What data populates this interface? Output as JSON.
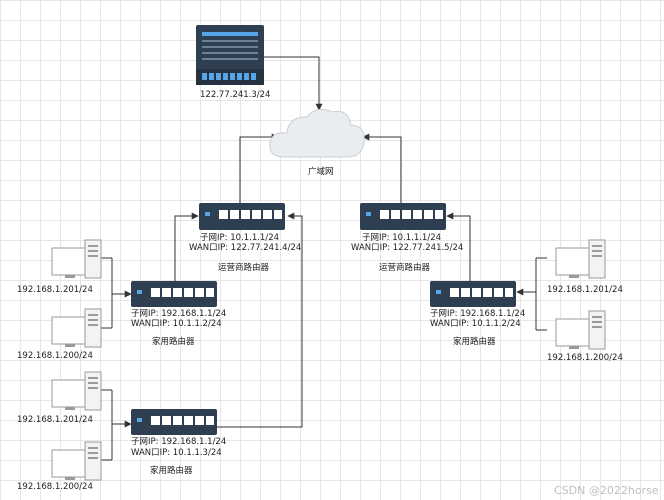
{
  "diagram": {
    "server": {
      "ip": "122.77.241.3/24"
    },
    "cloud": {
      "label": "广域网"
    },
    "isp_routers": [
      {
        "subnet_ip": "子网IP:   10.1.1.1/24",
        "wan_ip": "WAN口IP:  122.77.241.4/24",
        "name": "运营商路由器"
      },
      {
        "subnet_ip": "子网IP:   10.1.1.1/24",
        "wan_ip": "WAN口IP:  122.77.241.5/24",
        "name": "运营商路由器"
      }
    ],
    "home_routers": [
      {
        "subnet_ip": "子网IP:   192.168.1.1/24",
        "wan_ip": "WAN口IP:  10.1.1.2/24",
        "name": "家用路由器"
      },
      {
        "subnet_ip": "子网IP:   192.168.1.1/24",
        "wan_ip": "WAN口IP:  10.1.1.3/24",
        "name": "家用路由器"
      },
      {
        "subnet_ip": "子网IP:   192.168.1.1/24",
        "wan_ip": "WAN口IP:  10.1.1.2/24",
        "name": "家用路由器"
      }
    ],
    "hosts": [
      {
        "ip": "192.168.1.201/24"
      },
      {
        "ip": "192.168.1.200/24"
      },
      {
        "ip": "192.168.1.201/24"
      },
      {
        "ip": "192.168.1.200/24"
      },
      {
        "ip": "192.168.1.201/24"
      },
      {
        "ip": "192.168.1.200/24"
      }
    ]
  },
  "watermark": "CSDN @2022horse",
  "colors": {
    "device_dark": "#2f3f52",
    "port_blue": "#4aa0e6",
    "cloud": "#e9edf0",
    "line": "#333333",
    "host_frame": "#9a9a9a"
  }
}
